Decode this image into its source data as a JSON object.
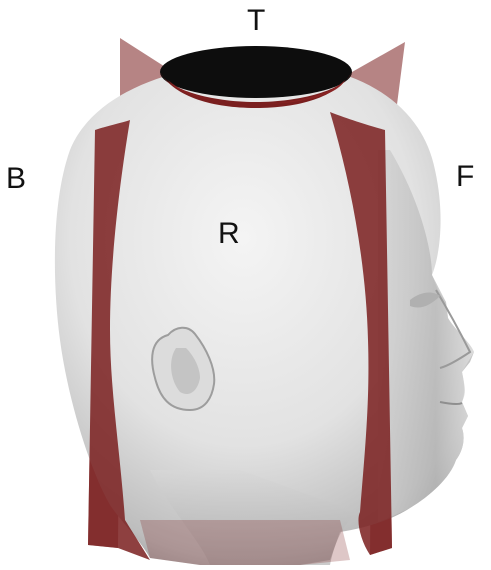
{
  "labels": {
    "top": "T",
    "back": "B",
    "front": "F",
    "right": "R"
  },
  "colors": {
    "plane_fill": "#7a1f1f",
    "plane_edge": "#5a1010",
    "head_light": "#eeeeee",
    "head_mid": "#cfcfcf",
    "head_shadow": "#8e8e8e",
    "text": "#111111"
  },
  "icons": {
    "figure": "3d-head-model-with-cutting-planes"
  }
}
